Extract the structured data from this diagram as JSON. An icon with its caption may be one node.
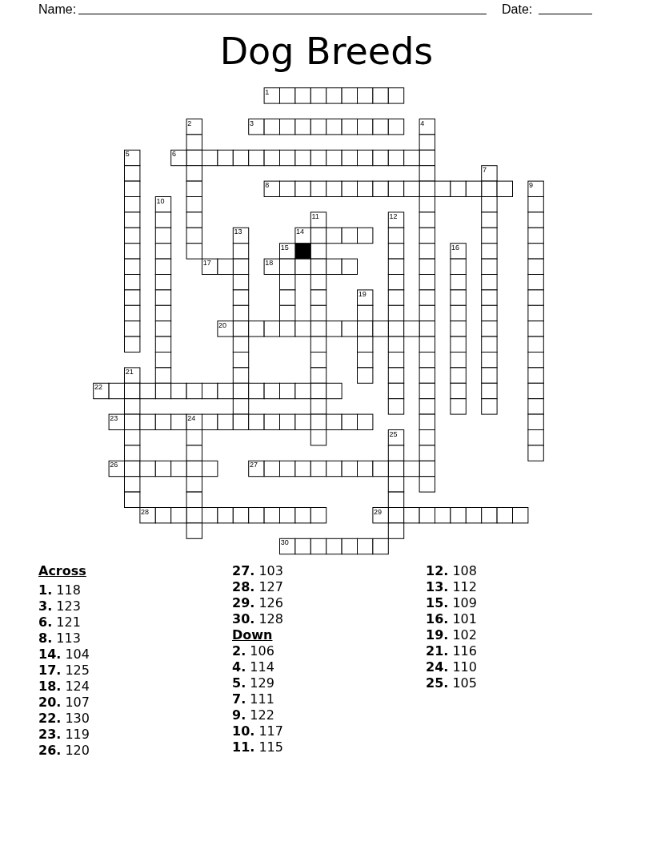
{
  "diagram": {
    "title": "Dog Breeds",
    "labels": [
      "Name:",
      "Date:",
      "1",
      "2",
      "3",
      "4",
      "5",
      "6",
      "7",
      "8",
      "9",
      "10",
      "11",
      "12",
      "13",
      "14",
      "15",
      "16",
      "17",
      "18",
      "19",
      "20",
      "21",
      "22",
      "23",
      "24",
      "25",
      "26",
      "27",
      "28",
      "29",
      "30",
      "Across",
      "**1.** 118",
      "**3.** 123",
      "**6.** 121",
      "**8.** 113",
      "**14.** 104",
      "**17.** 125",
      "**18.** 124",
      "**20.** 107",
      "**22.** 130",
      "**23.** 119",
      "**26.** 120",
      "**27.** 103",
      "**28.** 127",
      "**29.** 126",
      "**30.** 128",
      "Down",
      "**2.** 106",
      "**4.** 114",
      "**5.** 129",
      "**7.** 111",
      "**9.** 122",
      "**10.** 117",
      "**11.** 115",
      "**12.** 108",
      "**13.** 112",
      "**15.** 109",
      "**16.** 101",
      "**19.** 102",
      "**21.** 116",
      "**24.** 110",
      "**25.** 105"
    ]
  }
}
